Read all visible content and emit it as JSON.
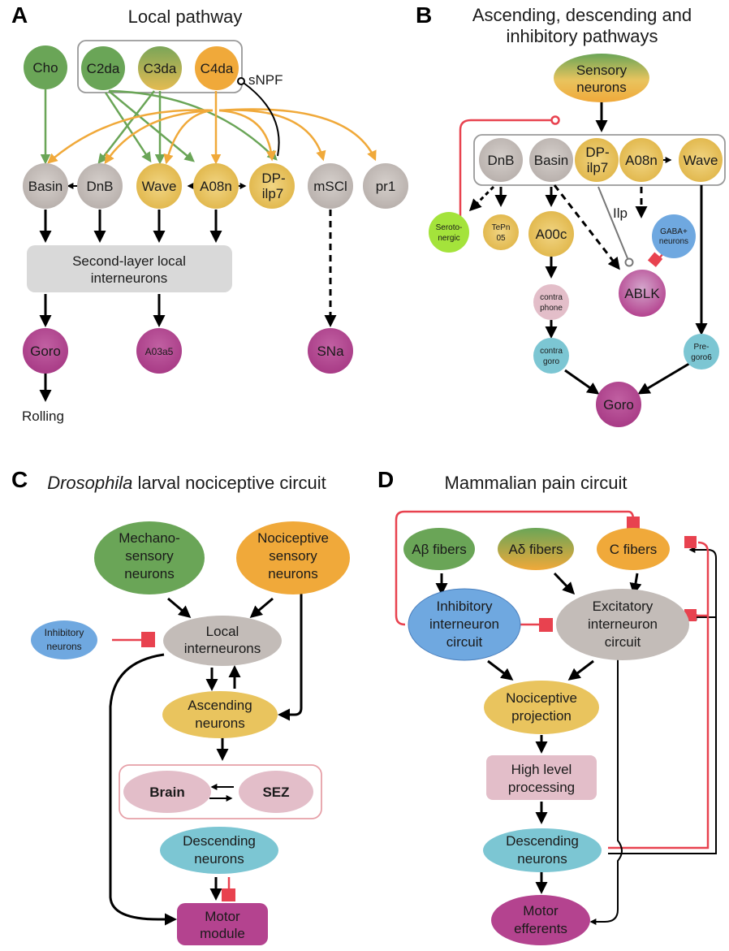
{
  "panelA": {
    "letter": "A",
    "title": "Local pathway",
    "nodes": {
      "cho": "Cho",
      "c2da": "C2da",
      "c3da": "C3da",
      "c4da": "C4da",
      "basin": "Basin",
      "dnb": "DnB",
      "wave": "Wave",
      "a08n": "A08n",
      "dpilp7_1": "DP-",
      "dpilp7_2": "ilp7",
      "mscl": "mSCl",
      "pr1": "pr1",
      "goro": "Goro",
      "a03a5": "A03a5",
      "sna": "SNa"
    },
    "snpf": "sNPF",
    "second_layer_1": "Second-layer local",
    "second_layer_2": "interneurons",
    "rolling": "Rolling"
  },
  "panelB": {
    "letter": "B",
    "title_1": "Ascending, descending and",
    "title_2": "inhibitory pathways",
    "nodes": {
      "sensory_1": "Sensory",
      "sensory_2": "neurons",
      "dnb": "DnB",
      "basin": "Basin",
      "dpilp7_1": "DP-",
      "dpilp7_2": "ilp7",
      "a08n": "A08n",
      "wave": "Wave",
      "sero_1": "Seroto-",
      "sero_2": "nergic",
      "tepn_1": "TePn",
      "tepn_2": "05",
      "a00c": "A00c",
      "gaba_1": "GABA+",
      "gaba_2": "neurons",
      "ablk": "ABLK",
      "contraphone_1": "contra",
      "contraphone_2": "phone",
      "contragoro_1": "contra",
      "contragoro_2": "goro",
      "pregoro_1": "Pre-",
      "pregoro_2": "goro6",
      "goro": "Goro"
    },
    "ilp": "Ilp"
  },
  "panelC": {
    "letter": "C",
    "title_italic": "Drosophila",
    "title_rest": " larval nociceptive circuit",
    "nodes": {
      "mech_1": "Mechano-",
      "mech_2": "sensory",
      "mech_3": "neurons",
      "noci_1": "Nociceptive",
      "noci_2": "sensory",
      "noci_3": "neurons",
      "inhib_1": "Inhibitory",
      "inhib_2": "neurons",
      "local_1": "Local",
      "local_2": "interneurons",
      "asc_1": "Ascending",
      "asc_2": "neurons",
      "brain": "Brain",
      "sez": "SEZ",
      "desc_1": "Descending",
      "desc_2": "neurons",
      "motor_1": "Motor",
      "motor_2": "module"
    }
  },
  "panelD": {
    "letter": "D",
    "title": "Mammalian pain circuit",
    "nodes": {
      "abeta": "Aβ fibers",
      "adelta": "Aδ fibers",
      "cfib": "C fibers",
      "inh_1": "Inhibitory",
      "inh_2": "interneuron",
      "inh_3": "circuit",
      "exc_1": "Excitatory",
      "exc_2": "interneuron",
      "exc_3": "circuit",
      "noci_1": "Nociceptive",
      "noci_2": "projection",
      "high_1": "High level",
      "high_2": "processing",
      "desc_1": "Descending",
      "desc_2": "neurons",
      "motor_1": "Motor",
      "motor_2": "efferents"
    }
  },
  "colors": {
    "green": "#6aa557",
    "orange": "#f0a93a",
    "yellow": "#e9c45e",
    "gray": "#c4bcb8",
    "magenta": "#b4438f",
    "blue": "#6fa8e0",
    "cyan": "#7cc6d3",
    "pink": "#e3bec9",
    "lime": "#a4e33b",
    "red": "#e8424f"
  }
}
